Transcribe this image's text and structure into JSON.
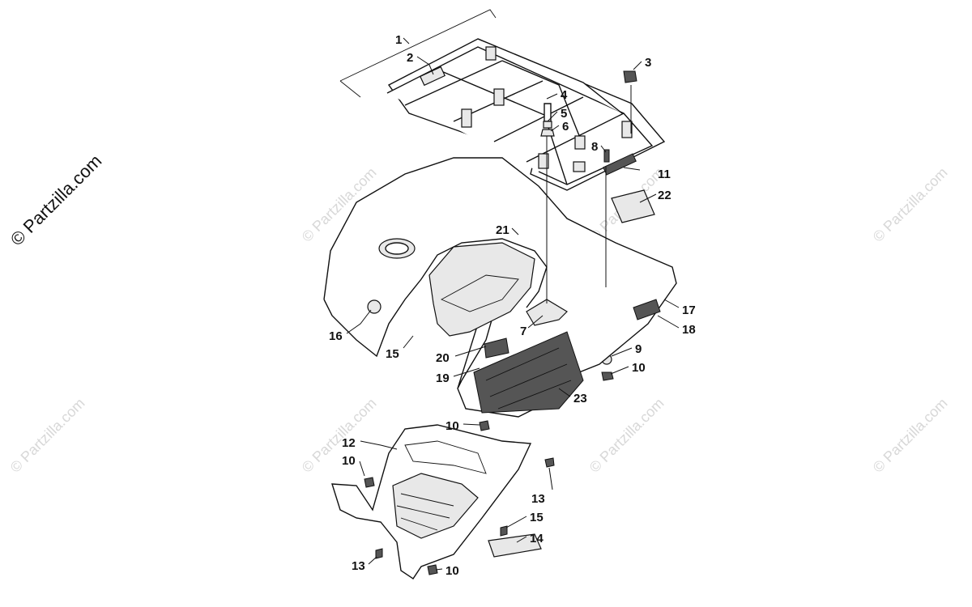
{
  "copyright_text": "© Partzilla.com",
  "watermark_text": "© Partzilla.com",
  "callouts": [
    "1",
    "2",
    "3",
    "4",
    "5",
    "6",
    "8",
    "11",
    "22",
    "21",
    "17",
    "18",
    "7",
    "16",
    "15",
    "20",
    "19",
    "9",
    "10",
    "23",
    "10",
    "12",
    "10",
    "13",
    "15",
    "14",
    "13",
    "10"
  ]
}
